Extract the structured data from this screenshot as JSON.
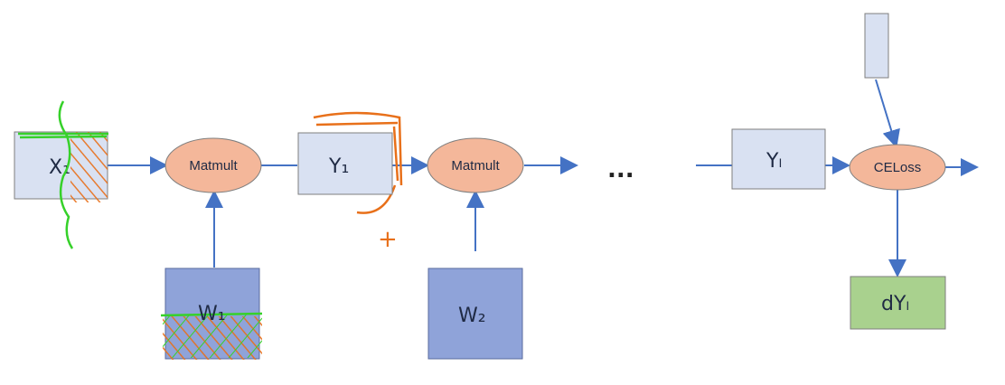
{
  "nodes": {
    "x1": {
      "label": "X₁"
    },
    "y1": {
      "label": "Y₁"
    },
    "yl": {
      "label": "Yₗ"
    },
    "w1": {
      "label": "W₁"
    },
    "w2": {
      "label": "W₂"
    },
    "dyl": {
      "label": "dYₗ"
    },
    "matmult1": {
      "label": "Matmult"
    },
    "matmult2": {
      "label": "Matmult"
    },
    "celoss": {
      "label": "CELoss"
    }
  },
  "ellipsis": "...",
  "annotation_plus": "+",
  "colors": {
    "light_box": "#d9e1f2",
    "dark_box": "#8fa3d9",
    "oval": "#f4b79a",
    "green_box": "#a9d18e",
    "arrow": "#4472c4",
    "orange_scribble": "#e8701a",
    "green_scribble": "#36d12a"
  }
}
